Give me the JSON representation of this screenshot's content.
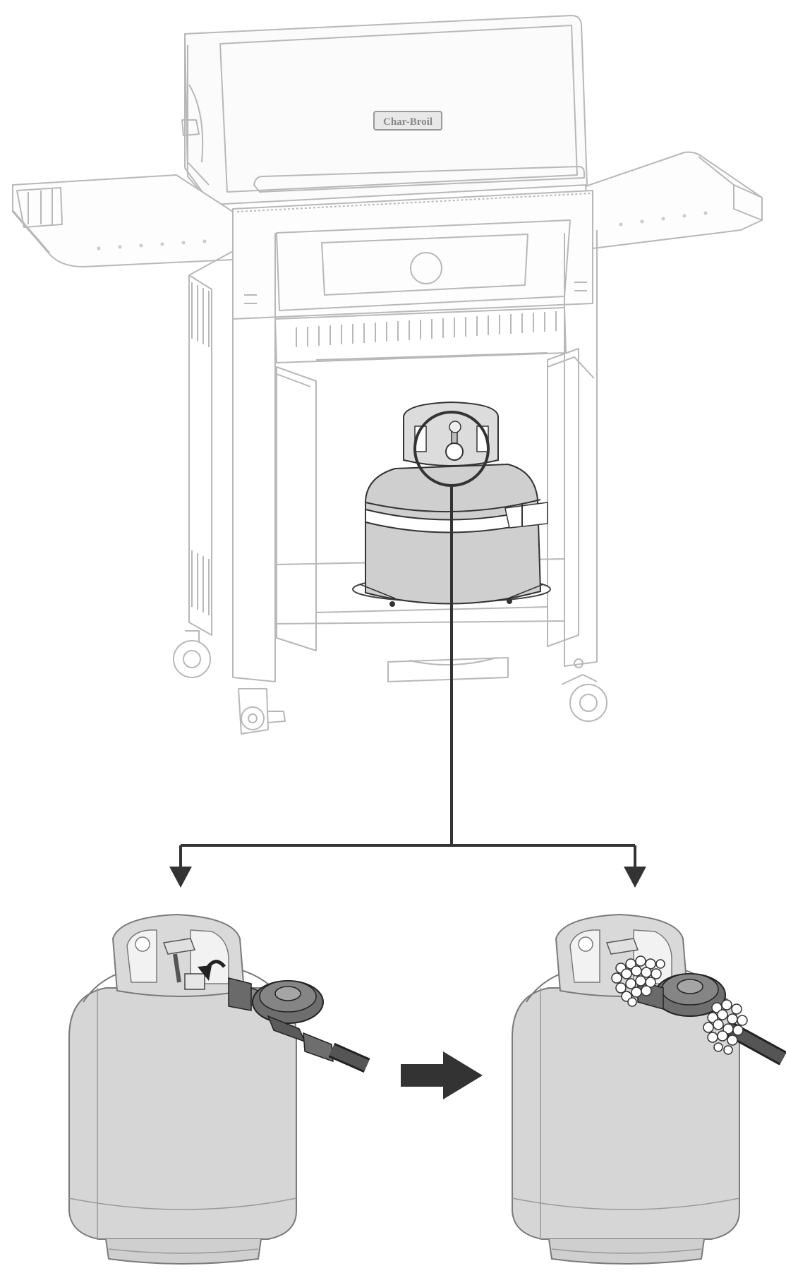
{
  "figure": {
    "brand_logo_text": "Char-Broil",
    "colors": {
      "grill_outline": "#b8b8b8",
      "tank_fill": "#d6d6d6",
      "tank_outline": "#7a7a7a",
      "callout_line": "#333333",
      "regulator": "#555555",
      "hose": "#3a3a3a",
      "bubbles": "#ffffff"
    },
    "steps": [
      {
        "name": "connect-regulator",
        "icon": "curved-arrow-icon"
      },
      {
        "name": "leak-test-bubbles",
        "icon": "soap-bubbles-icon"
      }
    ],
    "transition_icon": "right-arrow-icon"
  }
}
